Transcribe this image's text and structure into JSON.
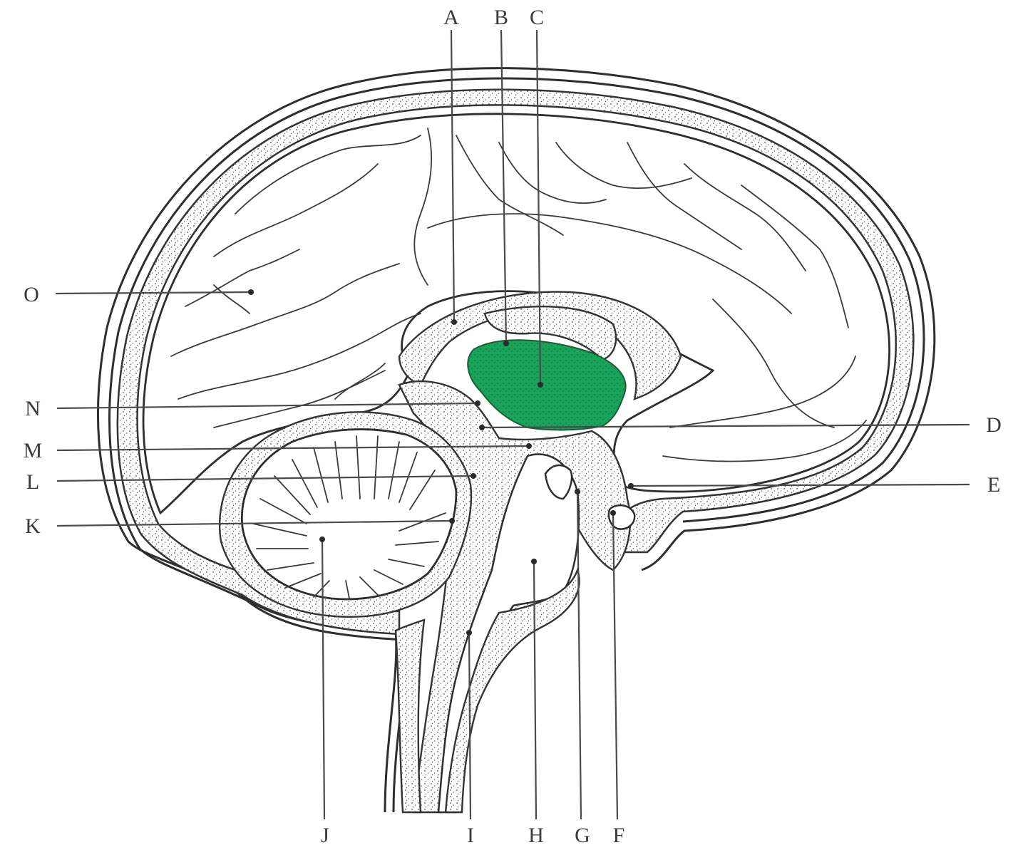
{
  "labels": {
    "A": "A",
    "B": "B",
    "C": "C",
    "D": "D",
    "E": "E",
    "F": "F",
    "G": "G",
    "H": "H",
    "I": "I",
    "J": "J",
    "K": "K",
    "L": "L",
    "M": "M",
    "N": "N",
    "O": "O"
  },
  "colors": {
    "highlight": "#1aa35a",
    "line": "#3a3a3a",
    "background": "#ffffff"
  }
}
